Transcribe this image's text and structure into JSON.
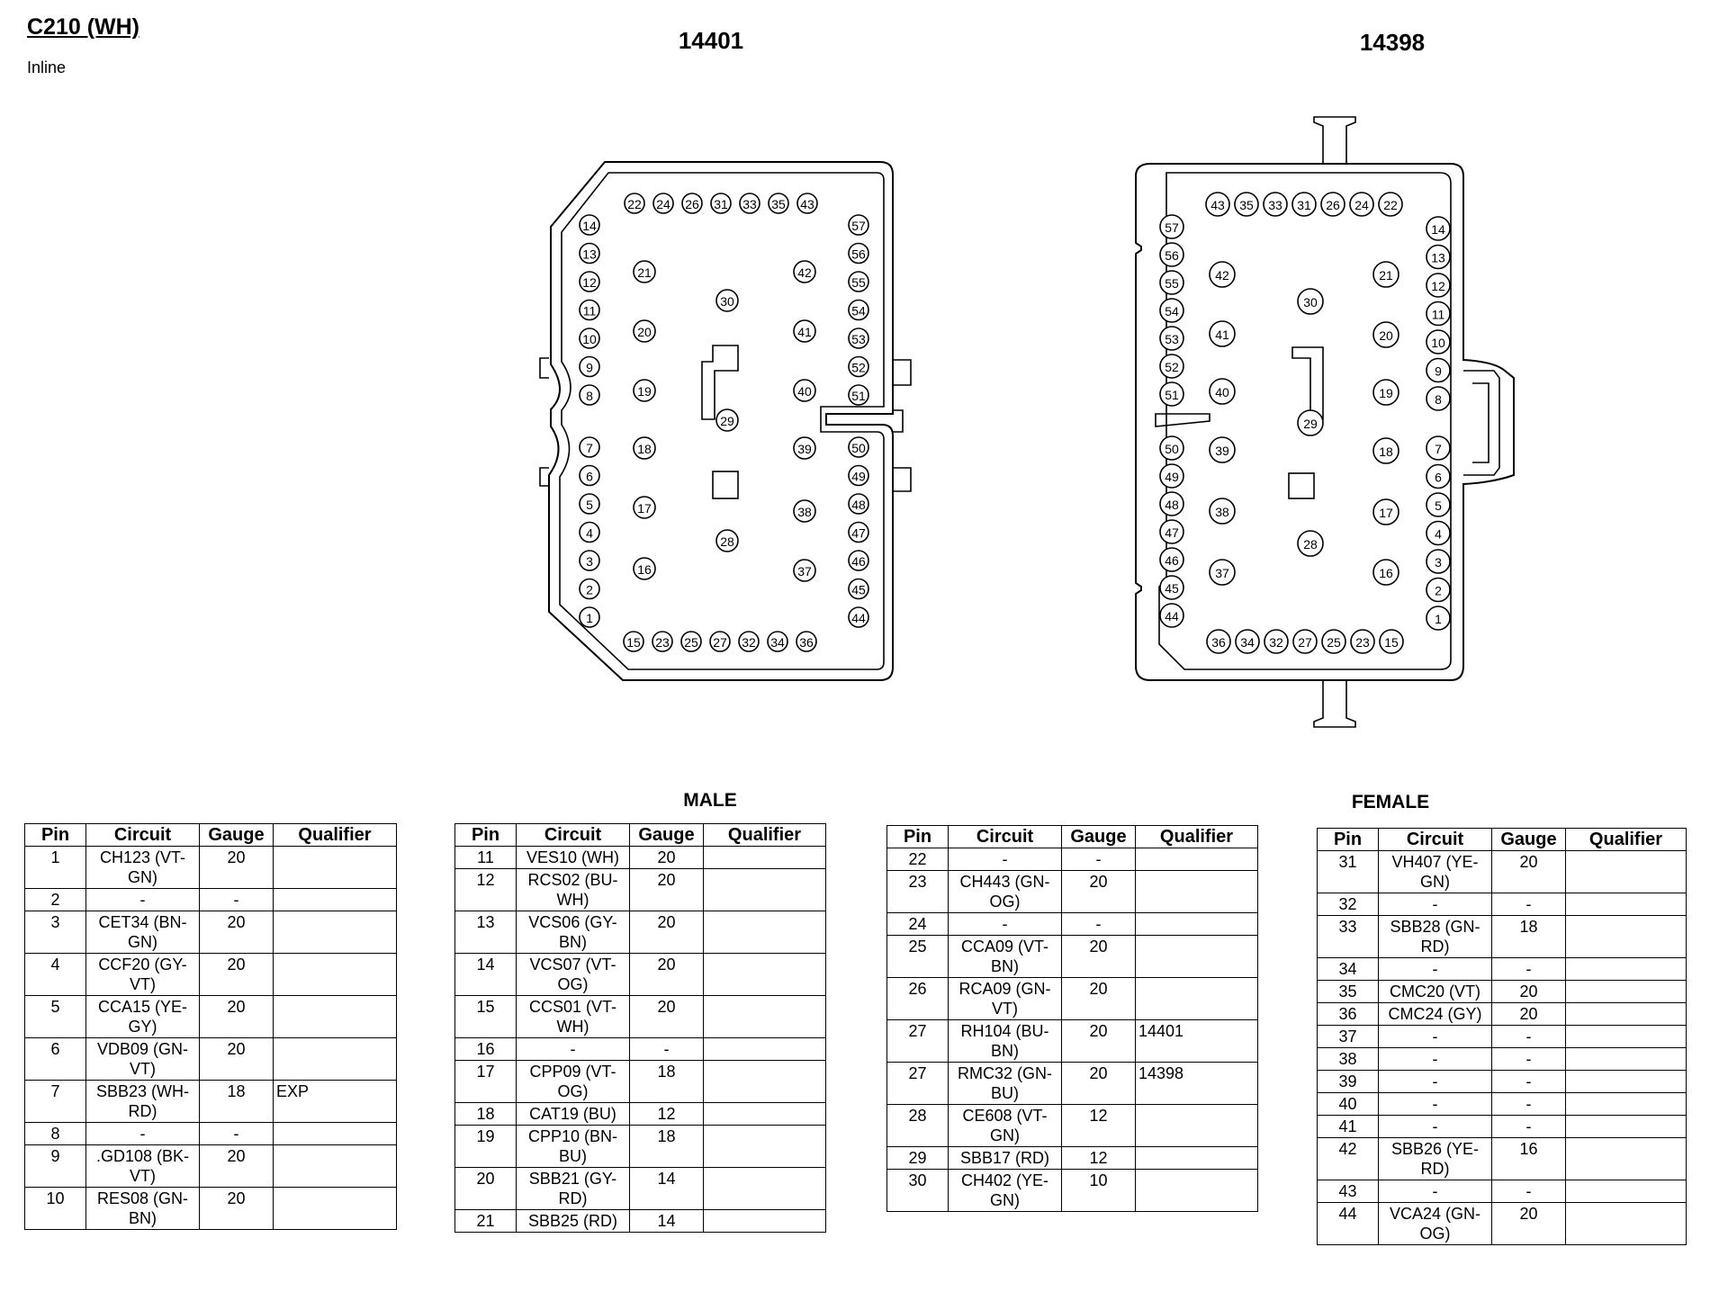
{
  "header": {
    "title": "C210 (WH)",
    "subtitle": "Inline"
  },
  "connectors": {
    "male": {
      "number": "14401",
      "gender_label": "MALE"
    },
    "female": {
      "number": "14398",
      "gender_label": "FEMALE"
    }
  },
  "columns": [
    "Pin",
    "Circuit",
    "Gauge",
    "Qualifier"
  ],
  "tables": [
    [
      {
        "pin": "1",
        "circuit": "CH123 (VT-GN)",
        "gauge": "20",
        "qualifier": ""
      },
      {
        "pin": "2",
        "circuit": "-",
        "gauge": "-",
        "qualifier": ""
      },
      {
        "pin": "3",
        "circuit": "CET34 (BN-GN)",
        "gauge": "20",
        "qualifier": ""
      },
      {
        "pin": "4",
        "circuit": "CCF20 (GY-VT)",
        "gauge": "20",
        "qualifier": ""
      },
      {
        "pin": "5",
        "circuit": "CCA15 (YE-GY)",
        "gauge": "20",
        "qualifier": ""
      },
      {
        "pin": "6",
        "circuit": "VDB09 (GN-VT)",
        "gauge": "20",
        "qualifier": ""
      },
      {
        "pin": "7",
        "circuit": "SBB23 (WH-RD)",
        "gauge": "18",
        "qualifier": "EXP"
      },
      {
        "pin": "8",
        "circuit": "-",
        "gauge": "-",
        "qualifier": ""
      },
      {
        "pin": "9",
        "circuit": ".GD108 (BK-VT)",
        "gauge": "20",
        "qualifier": ""
      },
      {
        "pin": "10",
        "circuit": "RES08 (GN-BN)",
        "gauge": "20",
        "qualifier": ""
      }
    ],
    [
      {
        "pin": "11",
        "circuit": "VES10 (WH)",
        "gauge": "20",
        "qualifier": ""
      },
      {
        "pin": "12",
        "circuit": "RCS02 (BU-WH)",
        "gauge": "20",
        "qualifier": ""
      },
      {
        "pin": "13",
        "circuit": "VCS06 (GY-BN)",
        "gauge": "20",
        "qualifier": ""
      },
      {
        "pin": "14",
        "circuit": "VCS07 (VT-OG)",
        "gauge": "20",
        "qualifier": ""
      },
      {
        "pin": "15",
        "circuit": "CCS01 (VT-WH)",
        "gauge": "20",
        "qualifier": ""
      },
      {
        "pin": "16",
        "circuit": "-",
        "gauge": "-",
        "qualifier": ""
      },
      {
        "pin": "17",
        "circuit": "CPP09 (VT-OG)",
        "gauge": "18",
        "qualifier": ""
      },
      {
        "pin": "18",
        "circuit": "CAT19 (BU)",
        "gauge": "12",
        "qualifier": ""
      },
      {
        "pin": "19",
        "circuit": "CPP10 (BN-BU)",
        "gauge": "18",
        "qualifier": ""
      },
      {
        "pin": "20",
        "circuit": "SBB21 (GY-RD)",
        "gauge": "14",
        "qualifier": ""
      },
      {
        "pin": "21",
        "circuit": "SBB25 (RD)",
        "gauge": "14",
        "qualifier": ""
      }
    ],
    [
      {
        "pin": "22",
        "circuit": "-",
        "gauge": "-",
        "qualifier": ""
      },
      {
        "pin": "23",
        "circuit": "CH443 (GN-OG)",
        "gauge": "20",
        "qualifier": ""
      },
      {
        "pin": "24",
        "circuit": "-",
        "gauge": "-",
        "qualifier": ""
      },
      {
        "pin": "25",
        "circuit": "CCA09 (VT-BN)",
        "gauge": "20",
        "qualifier": ""
      },
      {
        "pin": "26",
        "circuit": "RCA09 (GN-VT)",
        "gauge": "20",
        "qualifier": ""
      },
      {
        "pin": "27",
        "circuit": "RH104 (BU-BN)",
        "gauge": "20",
        "qualifier": "14401"
      },
      {
        "pin": "27",
        "circuit": "RMC32 (GN-BU)",
        "gauge": "20",
        "qualifier": "14398"
      },
      {
        "pin": "28",
        "circuit": "CE608 (VT-GN)",
        "gauge": "12",
        "qualifier": ""
      },
      {
        "pin": "29",
        "circuit": "SBB17 (RD)",
        "gauge": "12",
        "qualifier": ""
      },
      {
        "pin": "30",
        "circuit": "CH402 (YE-GN)",
        "gauge": "10",
        "qualifier": ""
      }
    ],
    [
      {
        "pin": "31",
        "circuit": "VH407 (YE-GN)",
        "gauge": "20",
        "qualifier": ""
      },
      {
        "pin": "32",
        "circuit": "-",
        "gauge": "-",
        "qualifier": ""
      },
      {
        "pin": "33",
        "circuit": "SBB28 (GN-RD)",
        "gauge": "18",
        "qualifier": ""
      },
      {
        "pin": "34",
        "circuit": "-",
        "gauge": "-",
        "qualifier": ""
      },
      {
        "pin": "35",
        "circuit": "CMC20 (VT)",
        "gauge": "20",
        "qualifier": ""
      },
      {
        "pin": "36",
        "circuit": "CMC24 (GY)",
        "gauge": "20",
        "qualifier": ""
      },
      {
        "pin": "37",
        "circuit": "-",
        "gauge": "-",
        "qualifier": ""
      },
      {
        "pin": "38",
        "circuit": "-",
        "gauge": "-",
        "qualifier": ""
      },
      {
        "pin": "39",
        "circuit": "-",
        "gauge": "-",
        "qualifier": ""
      },
      {
        "pin": "40",
        "circuit": "-",
        "gauge": "-",
        "qualifier": ""
      },
      {
        "pin": "41",
        "circuit": "-",
        "gauge": "-",
        "qualifier": ""
      },
      {
        "pin": "42",
        "circuit": "SBB26 (YE-RD)",
        "gauge": "16",
        "qualifier": ""
      },
      {
        "pin": "43",
        "circuit": "-",
        "gauge": "-",
        "qualifier": ""
      },
      {
        "pin": "44",
        "circuit": "VCA24 (GN-OG)",
        "gauge": "20",
        "qualifier": ""
      }
    ]
  ]
}
